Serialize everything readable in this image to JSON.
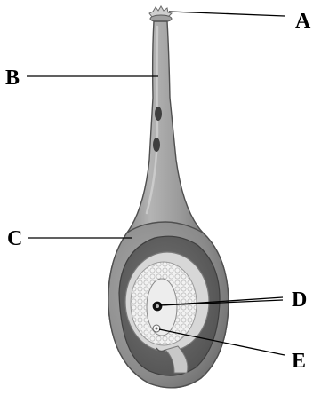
{
  "diagram": {
    "labels": {
      "a": "A",
      "b": "B",
      "c": "C",
      "d": "D",
      "e": "E"
    }
  },
  "colors": {
    "outer_wall": "#8c8c8c",
    "wall_edge": "#505050",
    "inner_cavity": "#5f5f5f",
    "sac": "#ededed",
    "nucleus": "#111111"
  }
}
